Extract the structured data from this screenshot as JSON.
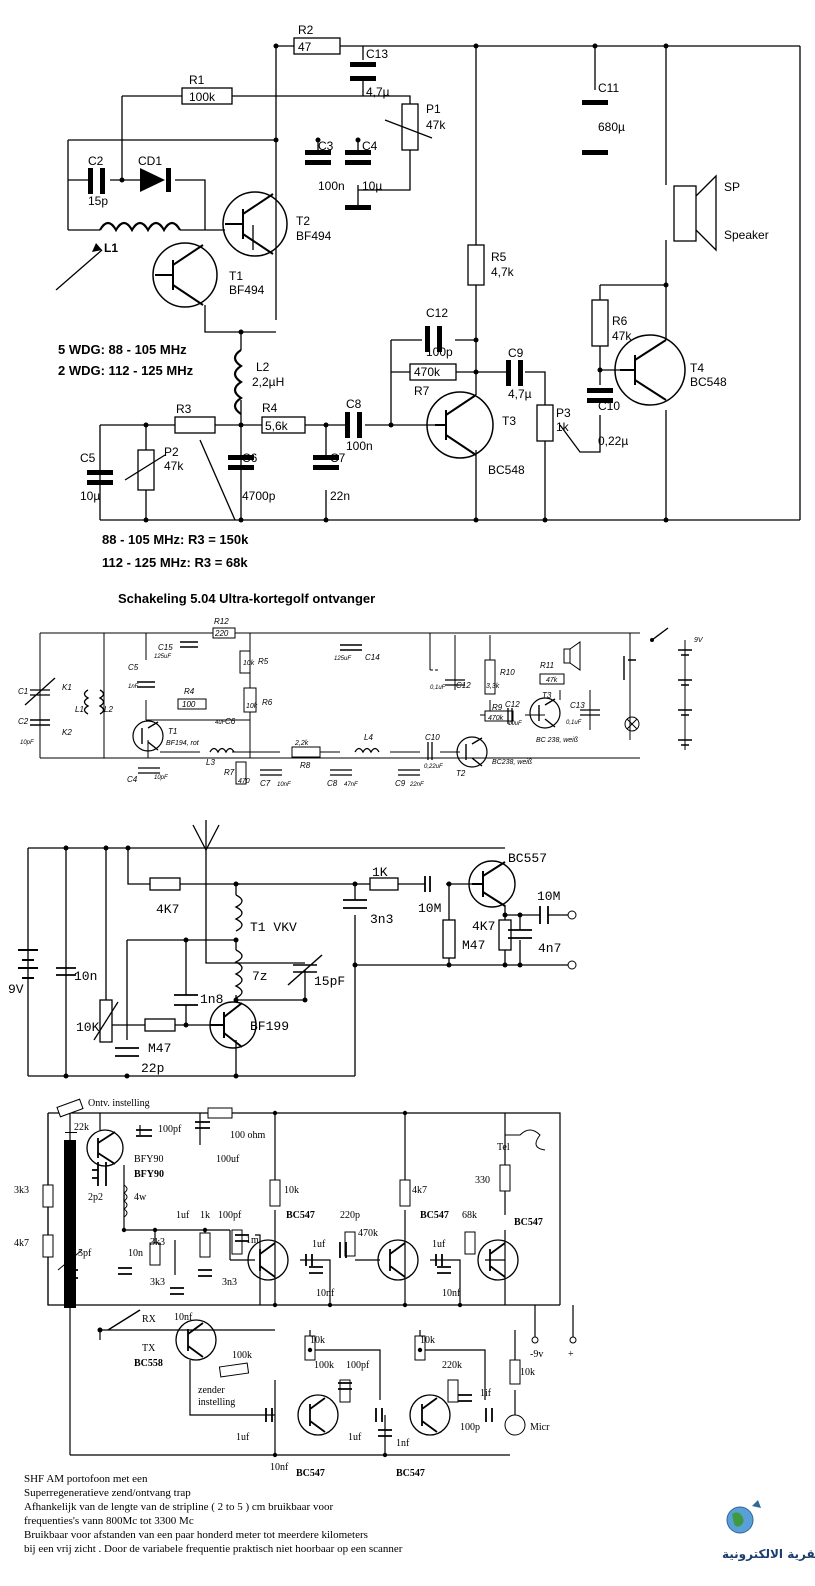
{
  "circuit1": {
    "components": [
      "R2",
      "47",
      "C13",
      "4,7µ",
      "R1",
      "100k",
      "P1",
      "47k",
      "C11",
      "680µ",
      "C2",
      "15p",
      "CD1",
      "C3",
      "100n",
      "C4",
      "10µ",
      "SP",
      "Speaker",
      "L1",
      "T2",
      "BF494",
      "T1",
      "BF494",
      "R5",
      "4,7k",
      "R6",
      "47k",
      "C12",
      "100p",
      "L2",
      "2,2µH",
      "470k",
      "R7",
      "C9",
      "4,7µ",
      "T4",
      "BC548",
      "R3",
      "R4",
      "5,6k",
      "C8",
      "100n",
      "P3",
      "1k",
      "C10",
      "0,22µ",
      "C5",
      "P2",
      "47k",
      "10µ",
      "C6",
      "4700p",
      "C7",
      "22n",
      "T3",
      "BC548"
    ],
    "windings": [
      "5 WDG: 88 - 105 MHz",
      "2 WDG: 112 - 125 MHz"
    ],
    "r3_notes": [
      "88 - 105 MHz: R3 = 150k",
      "112 - 125 MHz: R3 = 68k"
    ],
    "title": "Schakeling  5.04  Ultra-kortegolf ontvanger"
  },
  "circuit2": {
    "components": [
      "R12",
      "220",
      "C15",
      "125uF",
      "125uF",
      "C14",
      "R5",
      "10k",
      "C5",
      "1nF",
      "R4",
      "100",
      "R6",
      "10k",
      "4uF",
      "C6",
      "C1",
      "C2",
      "10pF",
      "K1",
      "K2",
      "L1",
      "L2",
      "T1",
      "BF194, rot",
      "C4",
      "10pF",
      "L3",
      "R7",
      "470",
      "C7",
      "10nF",
      "R8",
      "2,2k",
      "L4",
      "C8",
      "47nF",
      "C9",
      "22nF",
      "C10",
      "0,22uF",
      "T2",
      "BC238, weiß",
      "C12",
      "0,1uF",
      "R10",
      "3,3k",
      "R11",
      "47k",
      "R9",
      "470k",
      "C12",
      "10uF",
      "T3",
      "BC 238, weiß",
      "C13",
      "0,1uF",
      "9V"
    ]
  },
  "circuit3": {
    "components": [
      "BC557",
      "1K",
      "4K7",
      "10M",
      "10M",
      "3n3",
      "T1 VKV",
      "4K7",
      "M47",
      "4n7",
      "9V",
      "10n",
      "7z",
      "15pF",
      "1n8",
      "10K",
      "M47",
      "BF199",
      "22p"
    ]
  },
  "circuit4": {
    "components": [
      "Ontv. instelling",
      "100pf",
      "100 ohm",
      "100uf",
      "22k",
      "BFY90",
      "BFY90",
      "Tel",
      "330",
      "3k3",
      "2p2",
      "4w",
      "10k",
      "4k7",
      "4k7",
      "1uf",
      "1k",
      "100pf",
      "220p",
      "470k",
      "BC547",
      "BC547",
      "68k",
      "BC547",
      "1m",
      "3k3",
      "10n",
      "5pf",
      "1uf",
      "1uf",
      "3k3",
      "3n3",
      "10nf",
      "10nf",
      "RX",
      "10nf",
      "TX",
      "BC558",
      "-9v",
      "+",
      "100k",
      "10k",
      "10k",
      "100k",
      "100pf",
      "220k",
      "10k",
      "zender",
      "instelling",
      "1uf",
      "1uf",
      "1nf",
      "1if",
      "100p",
      "Micr",
      "10nf",
      "BC547",
      "BC547"
    ],
    "caption": [
      "SHF AM portofoon met een",
      "Superregeneratieve  zend/ontvang trap",
      "Afhankelijk van de lengte van de stripline ( 2 to 5 ) cm bruikbaar voor",
      "frequenties's vann 800Mc tot 3300 Mc",
      "Bruikbaar voor afstanden van een paar honderd meter tot meerdere kilometers",
      "bij een vrij zicht . Door de variabele frequentie praktisch niet hoorbaar op een scanner"
    ]
  },
  "logo": {
    "text": "القرية الالكترونية"
  }
}
